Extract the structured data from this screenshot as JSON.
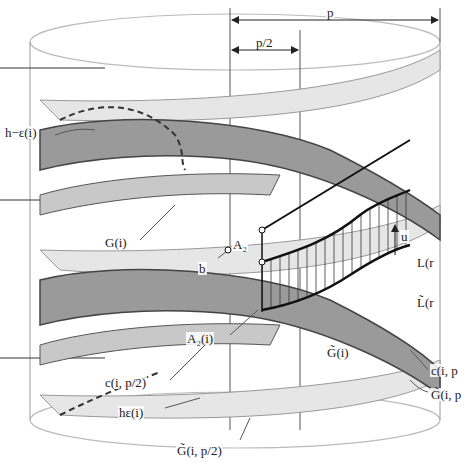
{
  "diagram": {
    "labels": [
      "p",
      "p/2",
      "h−ɛ(i)",
      "G(i)",
      "b",
      "A₂",
      "A₂(i)",
      "c(i, p/2)",
      "hɛ(i)",
      "G̃(i, p/2)",
      "G̃(i)",
      "c(i, p",
      "G̃(i, p",
      "L(r",
      "L̃(r",
      "u"
    ]
  }
}
